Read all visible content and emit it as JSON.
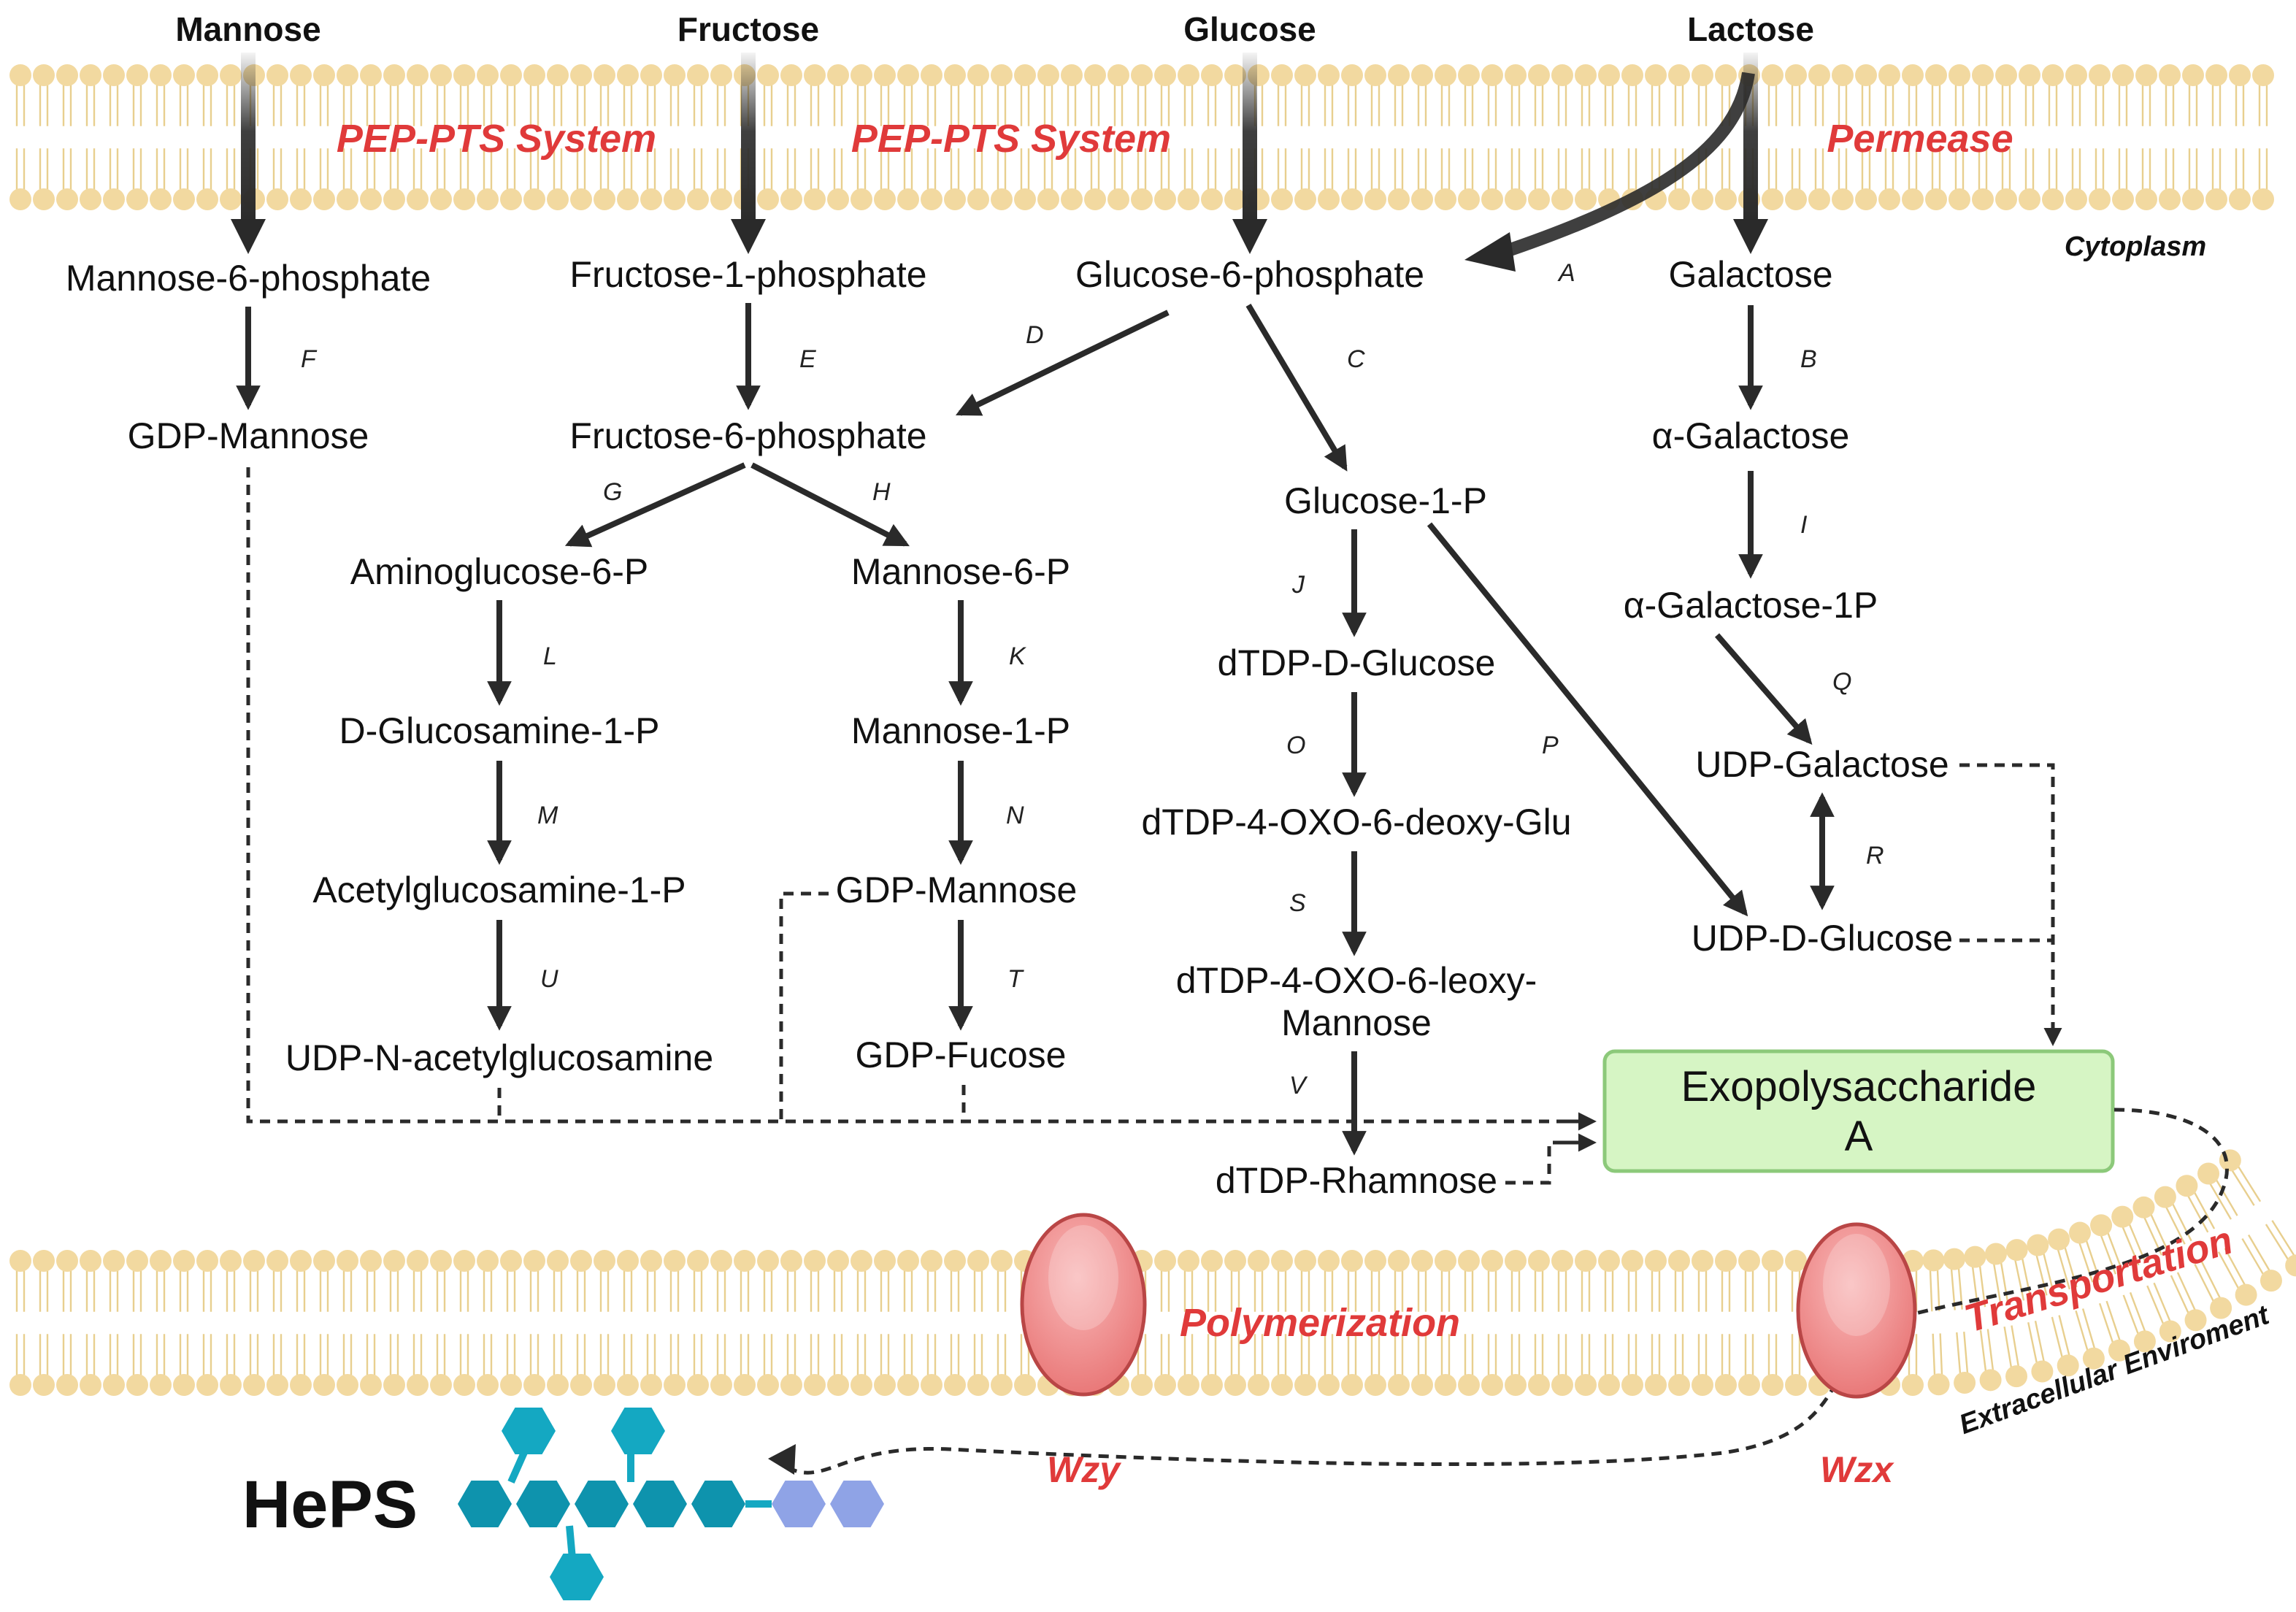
{
  "sugars": {
    "mannose": "Mannose",
    "fructose": "Fructose",
    "glucose": "Glucose",
    "lactose": "Lactose"
  },
  "transport_systems": {
    "pts_1": "PEP-PTS System",
    "pts_2": "PEP-PTS System",
    "permease": "Permease"
  },
  "compartments": {
    "cytoplasm": "Cytoplasm",
    "extracellular": "Extracellular Enviroment"
  },
  "metabolites": {
    "mannose_6_phosphate": "Mannose-6-phosphate",
    "fructose_1_phosphate": "Fructose-1-phosphate",
    "glucose_6_phosphate": "Glucose-6-phosphate",
    "galactose": "Galactose",
    "gdp_mannose_left": "GDP-Mannose",
    "fructose_6_phosphate": "Fructose-6-phosphate",
    "alpha_galactose": "α-Galactose",
    "glucose_1_p": "Glucose-1-P",
    "aminoglucose_6_p": "Aminoglucose-6-P",
    "mannose_6_p": "Mannose-6-P",
    "alpha_galactose_1p": "α-Galactose-1P",
    "d_glucosamine_1_p": "D-Glucosamine-1-P",
    "mannose_1_p": "Mannose-1-P",
    "dtdp_d_glucose": "dTDP-D-Glucose",
    "udp_galactose": "UDP-Galactose",
    "acetylglucosamine_1_p": "Acetylglucosamine-1-P",
    "gdp_mannose_mid": "GDP-Mannose",
    "dtdp_4_oxo_deoxy_glu": "dTDP-4-OXO-6-deoxy-Glu",
    "udp_d_glucose": "UDP-D-Glucose",
    "dtdp_4_oxo_leoxy_line1": "dTDP-4-OXO-6-leoxy-",
    "dtdp_4_oxo_leoxy_line2": "Mannose",
    "udp_n_acetylglucosamine": "UDP-N-acetylglucosamine",
    "gdp_fucose": "GDP-Fucose",
    "dtdp_rhamnose": "dTDP-Rhamnose"
  },
  "enzymes": {
    "A": "A",
    "B": "B",
    "C": "C",
    "D": "D",
    "E": "E",
    "F": "F",
    "G": "G",
    "H": "H",
    "I": "I",
    "J": "J",
    "K": "K",
    "L": "L",
    "M": "M",
    "N": "N",
    "O": "O",
    "P": "P",
    "Q": "Q",
    "R": "R",
    "S": "S",
    "T": "T",
    "U": "U",
    "V": "V"
  },
  "product": {
    "line1": "Exopolysaccharide",
    "line2": "A",
    "box_fill": "#d6f5c4",
    "box_stroke": "#8cc97a"
  },
  "processes": {
    "polymerization": "Polymerization",
    "transportation": "Transportation"
  },
  "proteins": {
    "wzy": "Wzy",
    "wzx": "Wzx",
    "fill": "#f08080"
  },
  "final_product": "HePS",
  "colors": {
    "membrane_head": "#f2d9a0",
    "membrane_tail": "#e8cf8f",
    "label_red": "#e03a3a",
    "hex_teal": "#14a8c2",
    "hex_dark": "#0e93ad",
    "hex_violet": "#8fa3e6"
  }
}
